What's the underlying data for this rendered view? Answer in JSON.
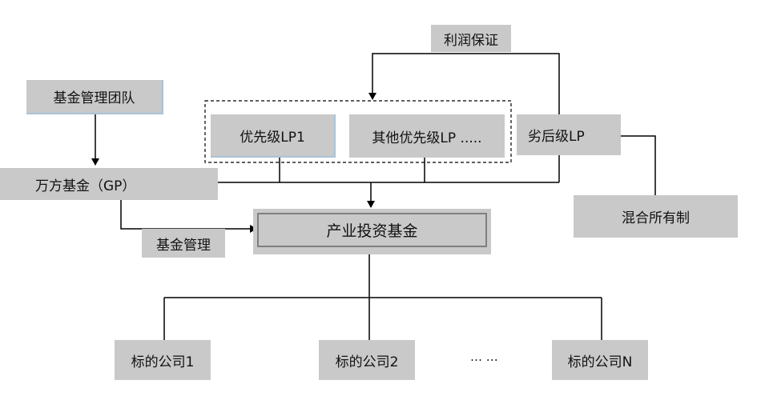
{
  "diagram": {
    "nodes": {
      "profit_guarantee": "利润保证",
      "fund_mgmt_team": "基金管理团队",
      "priority_lp1": "优先级LP1",
      "other_priority_lp": "其他优先级LP .....",
      "subordinate_lp": "劣后级LP",
      "wanfang_gp": "万方基金（GP）",
      "fund_management": "基金管理",
      "industry_fund": "产业投资基金",
      "mixed_ownership": "混合所有制",
      "target_company_1": "标的公司1",
      "target_company_2": "标的公司2",
      "ellipsis": "… …",
      "target_company_n": "标的公司N"
    }
  }
}
